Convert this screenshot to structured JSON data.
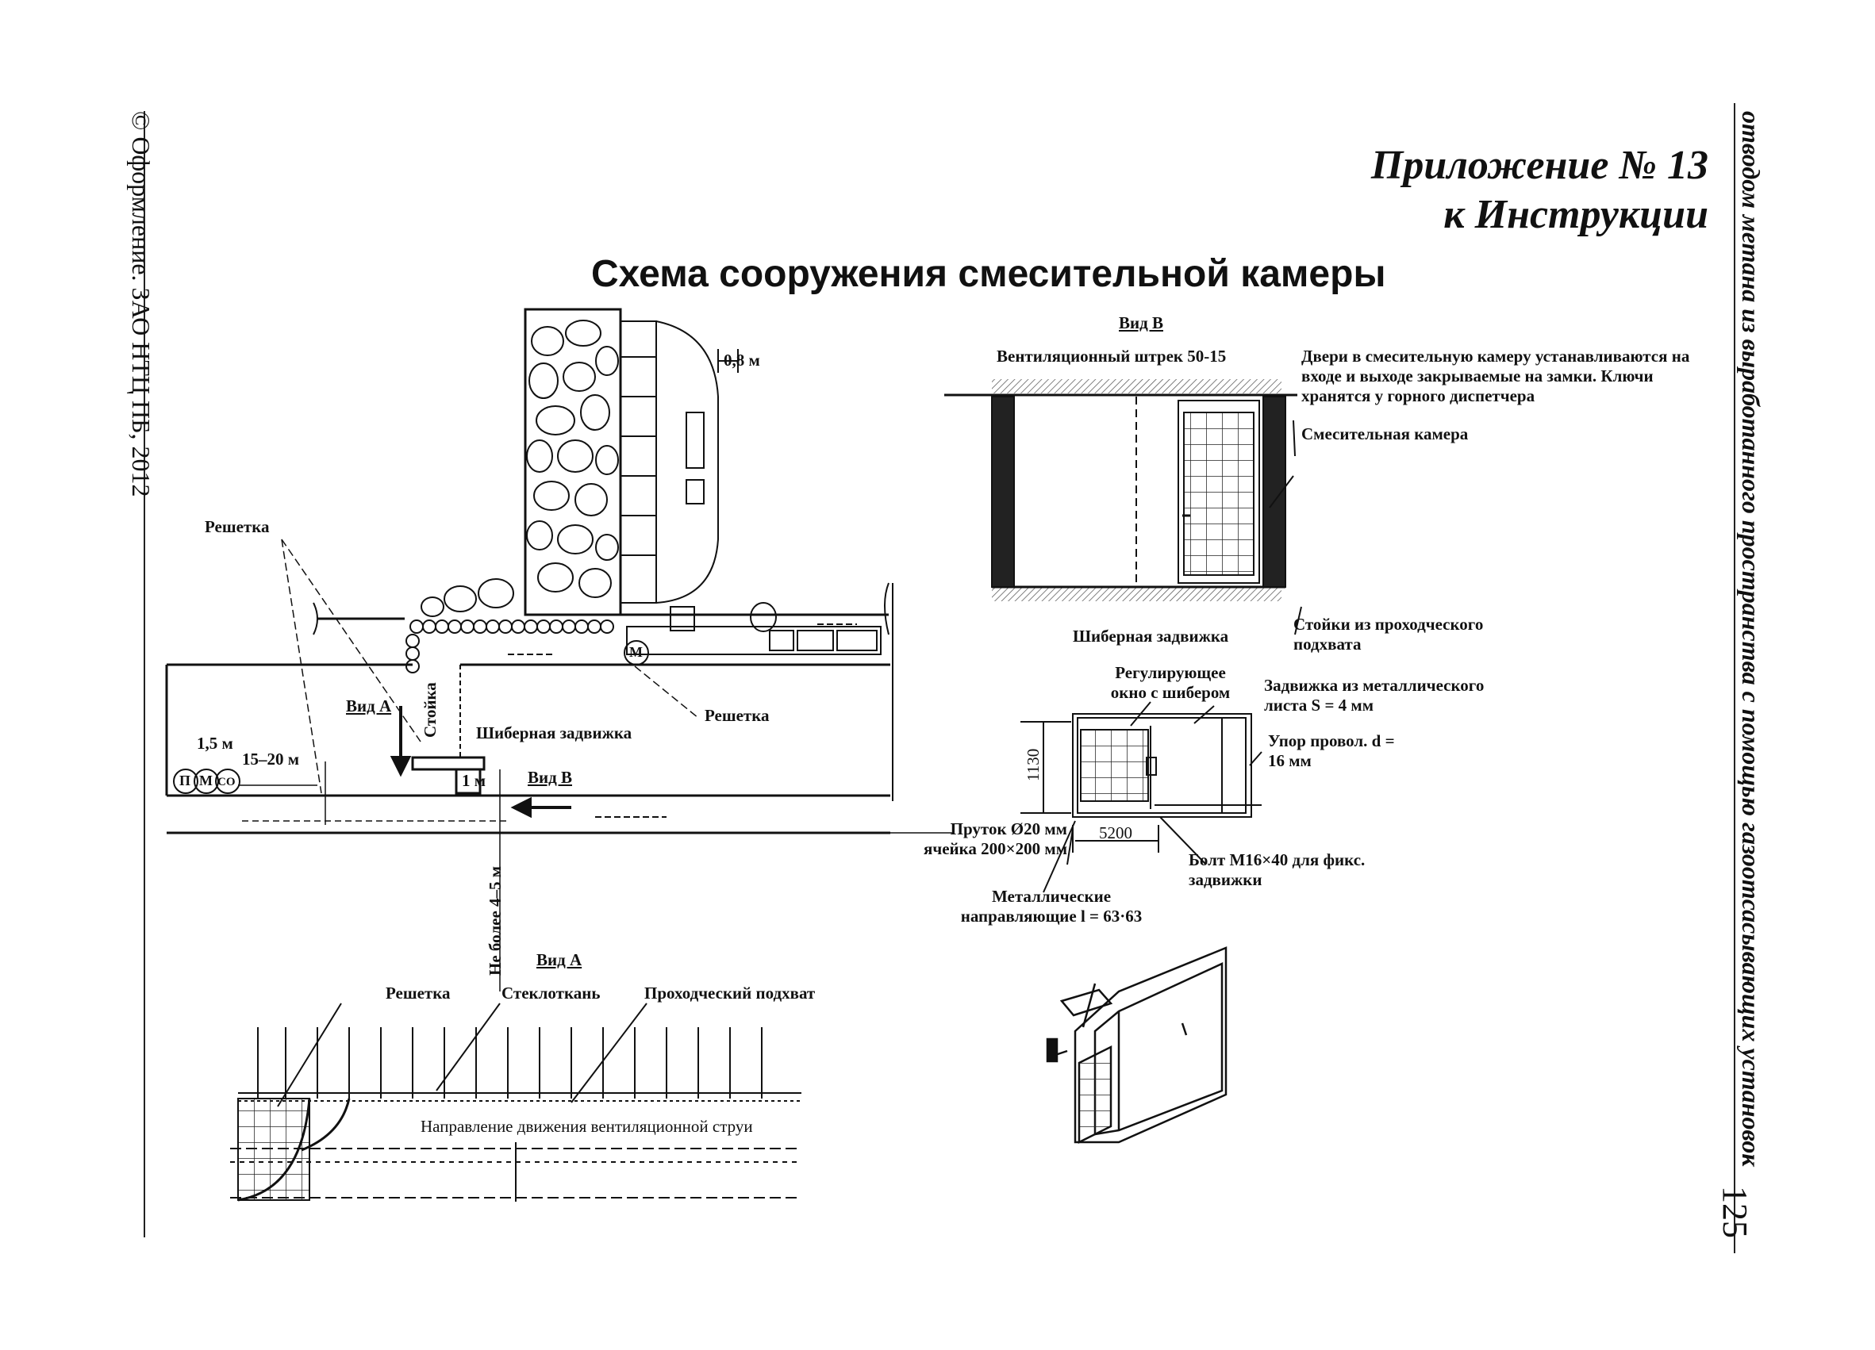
{
  "header": {
    "appendix_line1": "Приложение № 13",
    "appendix_line2": "к Инструкции",
    "title": "Схема сооружения смесительной камеры",
    "copyright_vertical": "© Оформление. ЗАО НТЦ ПБ, 2012",
    "running_title_vertical": "отводом метана из выработанного пространства с помощью газоотсасывающих установок",
    "page_number": "125"
  },
  "plan_view": {
    "reshetka_top": "Решетка",
    "dim_08": "0,8 м",
    "reshetka_right": "Решетка",
    "view_a_marker": "Вид А",
    "stoika": "Стойка",
    "shiber_label": "Шиберная задвижка",
    "view_b_marker": "Вид В",
    "dim_15": "1,5 м",
    "dim_15_20": "15–20 м",
    "dim_1m": "1 м",
    "distance_vertical": "Не более 4–5 м",
    "circle_p": "П",
    "circle_m": "М",
    "circle_co": "СО",
    "circle_m2": "М"
  },
  "view_b": {
    "heading": "Вид В",
    "drift": "Вентиляционный штрек 50-15",
    "doors_note": "Двери в смесительную камеру устанавливаются на входе и выходе закрываемые на замки. Ключи хранятся у горного диспетчера",
    "chamber": "Смесительная камера",
    "posts": "Стойки из проходческого подхвата"
  },
  "gate": {
    "heading": "Шиберная задвижка",
    "window": "Регулирующее окно с шибером",
    "plate": "Задвижка из металлического листа S = 4 мм",
    "stop": "Упор провол. d = 16 мм",
    "dim_1130": "1130",
    "dim_5200": "5200",
    "rod": "Пруток Ø20 мм ячейка 200×200 мм",
    "bolt": "Болт М16×40 для фикс. задвижки",
    "guides": "Металлические направляющие l = 63·63"
  },
  "view_a": {
    "heading": "Вид А",
    "reshetka": "Решетка",
    "fiberglass": "Стеклоткань",
    "support": "Проходческий подхват",
    "airflow": "Направление движения вентиляционной струи"
  }
}
